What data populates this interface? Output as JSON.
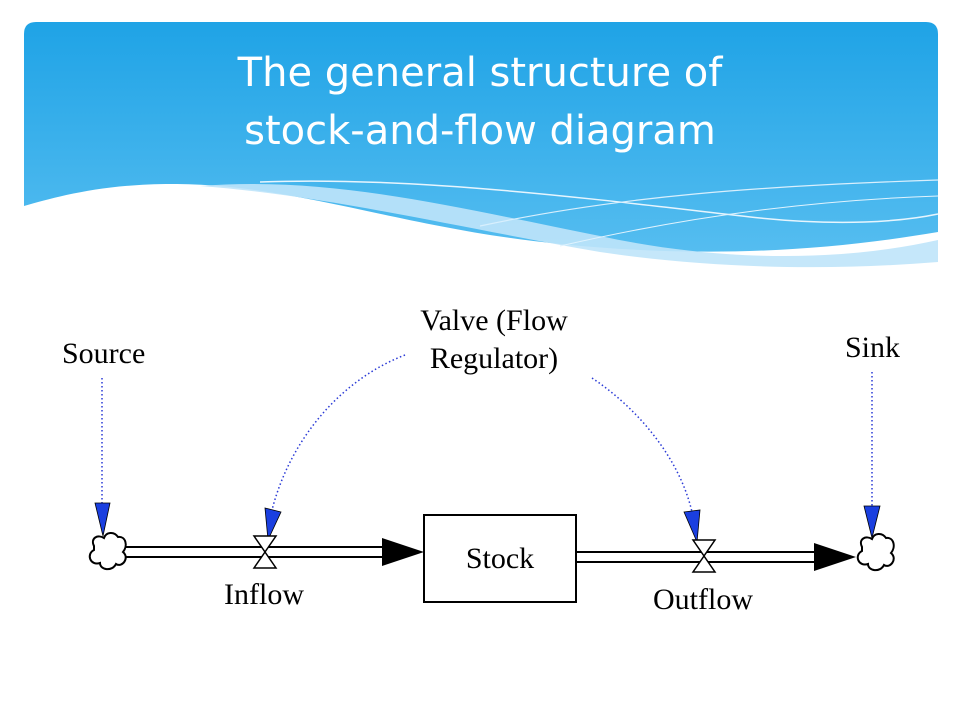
{
  "slide": {
    "title_line1": "The general structure of",
    "title_line2": "stock-and-flow diagram"
  },
  "diagram": {
    "labels": {
      "source": "Source",
      "sink": "Sink",
      "valve_line1": "Valve (Flow",
      "valve_line2": "Regulator)",
      "stock": "Stock",
      "inflow": "Inflow",
      "outflow": "Outflow"
    },
    "colors": {
      "header_gradient_top": "#1fa3e6",
      "header_gradient_bottom": "#5cc0f2",
      "pointer_arrow": "#1a3fe0",
      "pointer_line": "#2a3ad6"
    },
    "icons": [
      "cloud-icon",
      "valve-icon",
      "arrowhead-icon"
    ]
  }
}
